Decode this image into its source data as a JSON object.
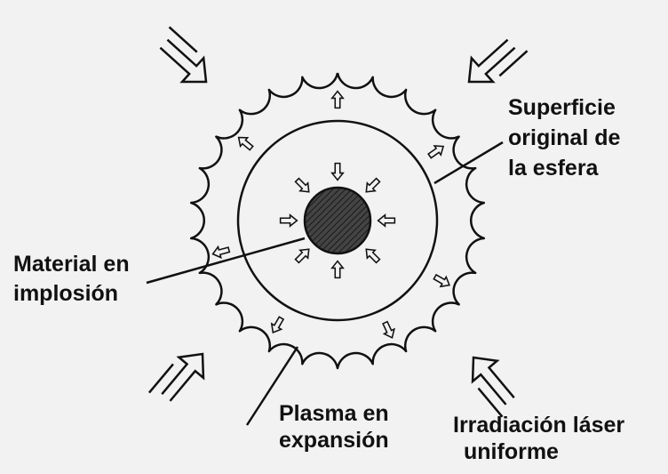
{
  "labels": {
    "surface": [
      "Superficie",
      "original de",
      "la esfera"
    ],
    "implosion": [
      "Material en",
      "implosión"
    ],
    "plasma": [
      "Plasma en",
      "expansión"
    ],
    "laser": [
      "Irradiación láser",
      "uniforme"
    ]
  },
  "colors": {
    "background": "#f2f2f2",
    "line": "#111111",
    "core_fill": "#444444",
    "core_hatch": "#1a1a1a"
  },
  "icons": {
    "laser_arrows": "hollow-double-arrow-icon",
    "plasma_arrows": "outward-hollow-arrow-icon",
    "implosion_arrows": "inward-hollow-arrow-icon"
  }
}
